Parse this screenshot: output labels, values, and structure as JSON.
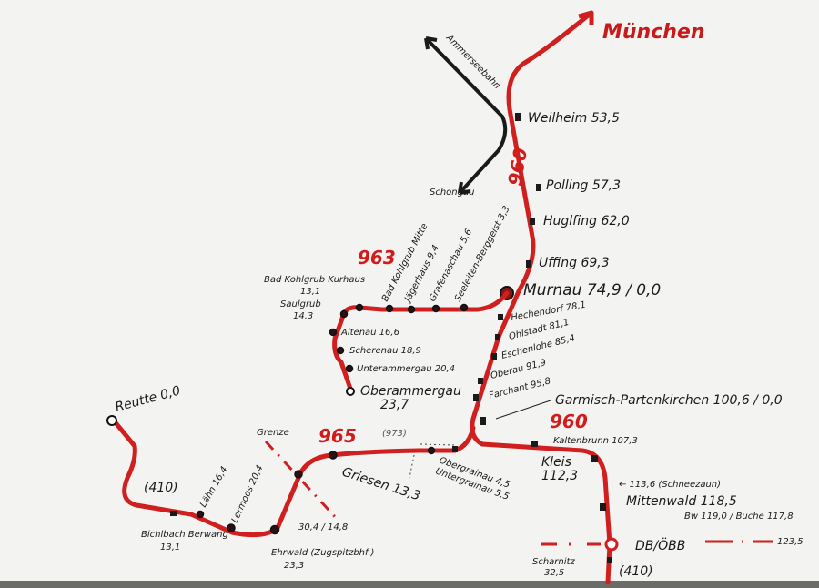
{
  "colors": {
    "track": "#cf1f1f",
    "ink": "#1a1a1a",
    "paper": "#f4f4f2"
  },
  "destinations": {
    "muenchen": "München",
    "ammerseebahn": "Ammerseebahn",
    "schongau": "Schongau"
  },
  "line_numbers": {
    "main_north": "960",
    "main_south": "960",
    "oberammergau": "963",
    "ausserfern": "965",
    "zugspitzbahn": "(973)",
    "austria_west": "(410)",
    "austria_south": "(410)"
  },
  "main_line": [
    {
      "name": "Weilheim",
      "km": "53,5"
    },
    {
      "name": "Polling",
      "km": "57,3"
    },
    {
      "name": "Huglfing",
      "km": "62,0"
    },
    {
      "name": "Uffing",
      "km": "69,3"
    },
    {
      "name": "Murnau",
      "km": "74,9 / 0,0"
    },
    {
      "name": "Hechendorf",
      "km": "78,1"
    },
    {
      "name": "Ohlstadt",
      "km": "81,1"
    },
    {
      "name": "Eschenlohe",
      "km": "85,4"
    },
    {
      "name": "Oberau",
      "km": "91,9"
    },
    {
      "name": "Farchant",
      "km": "95,8"
    },
    {
      "name": "Garmisch-Partenkirchen",
      "km": "100,6 / 0,0"
    },
    {
      "name": "Kaltenbrunn",
      "km": "107,3"
    },
    {
      "name": "Kleis",
      "km": "112,3"
    },
    {
      "name": "Mittenwald",
      "km": "118,5"
    },
    {
      "name": "Scharnitz",
      "km": "32,5"
    }
  ],
  "annotations": {
    "schneezaun": "← 113,6 (Schneezaun)",
    "bw": "Bw 119,0 / Buche 117,8",
    "border_south": "DB/ÖBB",
    "border_south_km": "123,5",
    "grenze": "Grenze",
    "grenze_km": "30,4 / 14,8"
  },
  "oberammergau_line": [
    {
      "name": "Seeleiten-Berggeist",
      "km": "3,3"
    },
    {
      "name": "Grafenaschau",
      "km": "5,6"
    },
    {
      "name": "Jägerhaus",
      "km": "9,4"
    },
    {
      "name": "Bad Kohlgrub Mitte",
      "km": ""
    },
    {
      "name": "Bad Kohlgrub Kurhaus",
      "km": "13,1"
    },
    {
      "name": "Saulgrub",
      "km": "14,3"
    },
    {
      "name": "Altenau",
      "km": "16,6"
    },
    {
      "name": "Scherenau",
      "km": "18,9"
    },
    {
      "name": "Unterammergau",
      "km": "20,4"
    },
    {
      "name": "Oberammergau",
      "km": "23,7"
    }
  ],
  "ausserfern_line": [
    {
      "name": "Obergrainau",
      "km": "4,5"
    },
    {
      "name": "Untergrainau",
      "km": "5,5"
    },
    {
      "name": "Griesen",
      "km": "13,3"
    },
    {
      "name": "Ehrwald (Zugspitzbhf.)",
      "km": "23,3"
    },
    {
      "name": "Lermoos",
      "km": "20,4"
    },
    {
      "name": "Lähn",
      "km": "16,4"
    },
    {
      "name": "Bichlbach Berwang",
      "km": "13,1"
    },
    {
      "name": "Reutte",
      "km": "0,0"
    }
  ]
}
